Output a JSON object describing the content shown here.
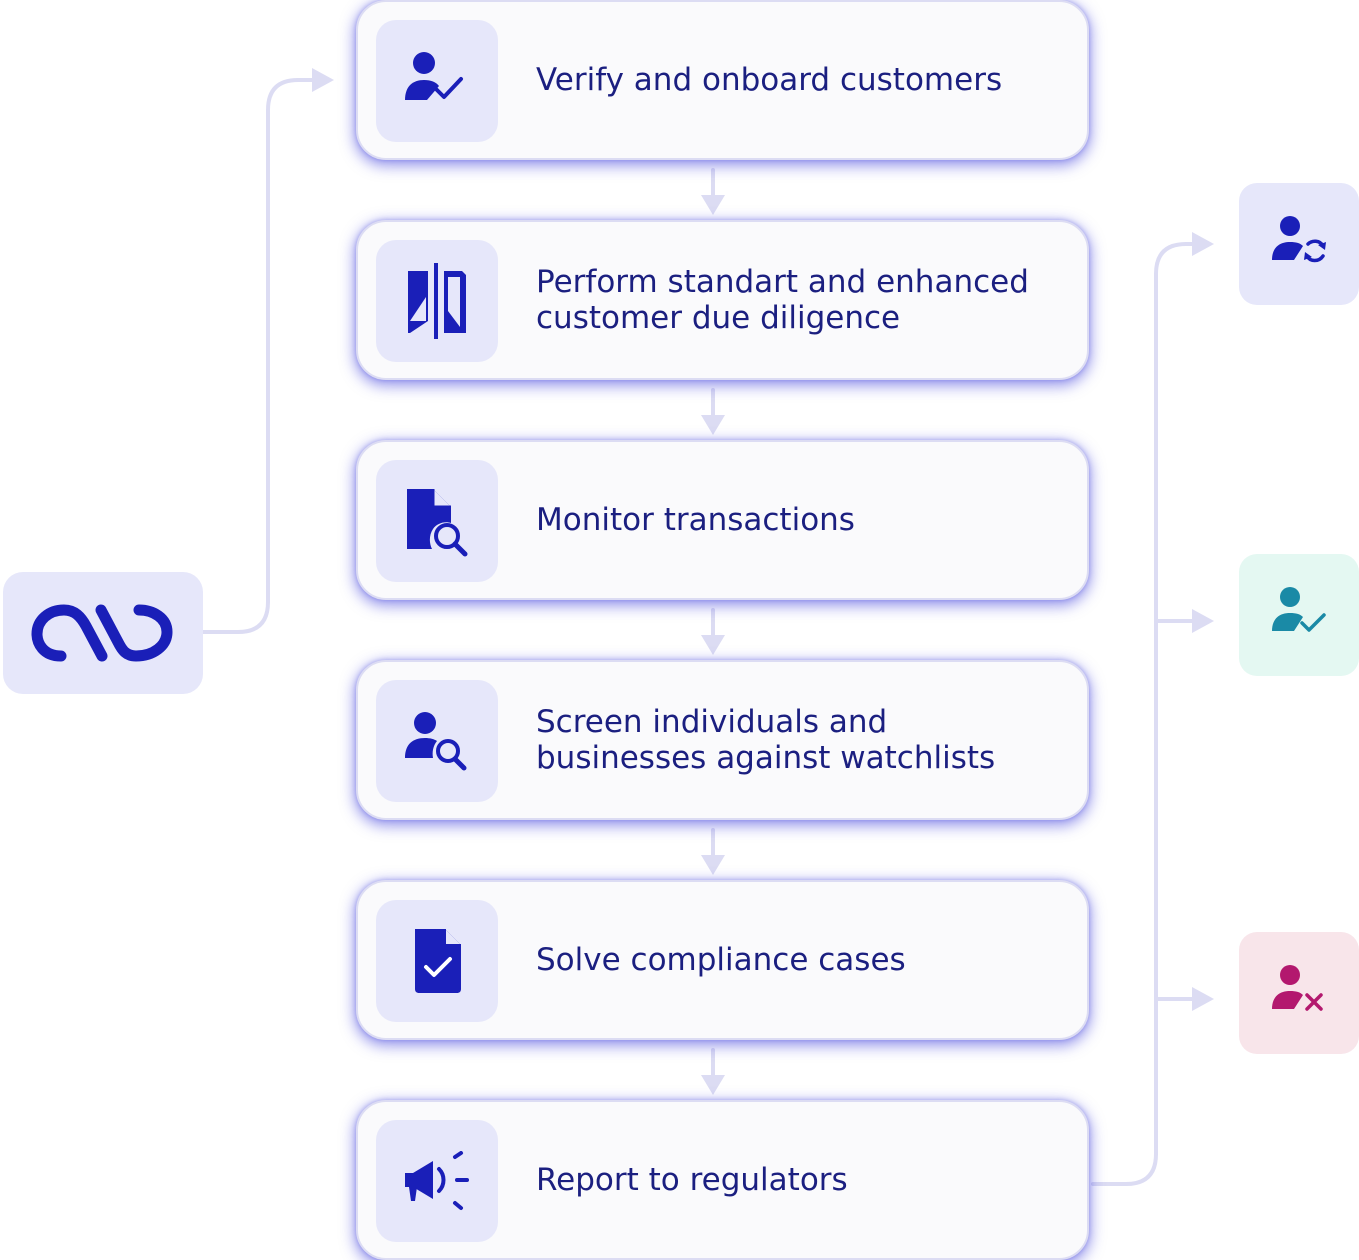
{
  "steps": [
    {
      "label": "Verify and onboard customers",
      "icon": "user-check-icon"
    },
    {
      "label": "Perform standart and enhanced customer due diligence",
      "icon": "split-document-icon"
    },
    {
      "label": "Monitor transactions",
      "icon": "document-search-icon"
    },
    {
      "label": "Screen individuals and businesses against watchlists",
      "icon": "user-search-icon"
    },
    {
      "label": "Solve compliance cases",
      "icon": "document-check-icon"
    },
    {
      "label": "Report to regulators",
      "icon": "megaphone-icon"
    }
  ],
  "logo": {
    "icon": "brand-logo-icon"
  },
  "outcomes": [
    {
      "icon": "user-refresh-icon",
      "color": "#1a1fb8",
      "background": "#e6e7fa"
    },
    {
      "icon": "user-approved-icon",
      "color": "#1a8aa6",
      "background": "#e4f8f2"
    },
    {
      "icon": "user-rejected-icon",
      "color": "#b3186e",
      "background": "#f8e5ea"
    }
  ],
  "colors": {
    "accent": "#1a1fb8",
    "text": "#1b1f80",
    "connector": "#dcdcf3",
    "card_border": "#dcdcf3"
  }
}
